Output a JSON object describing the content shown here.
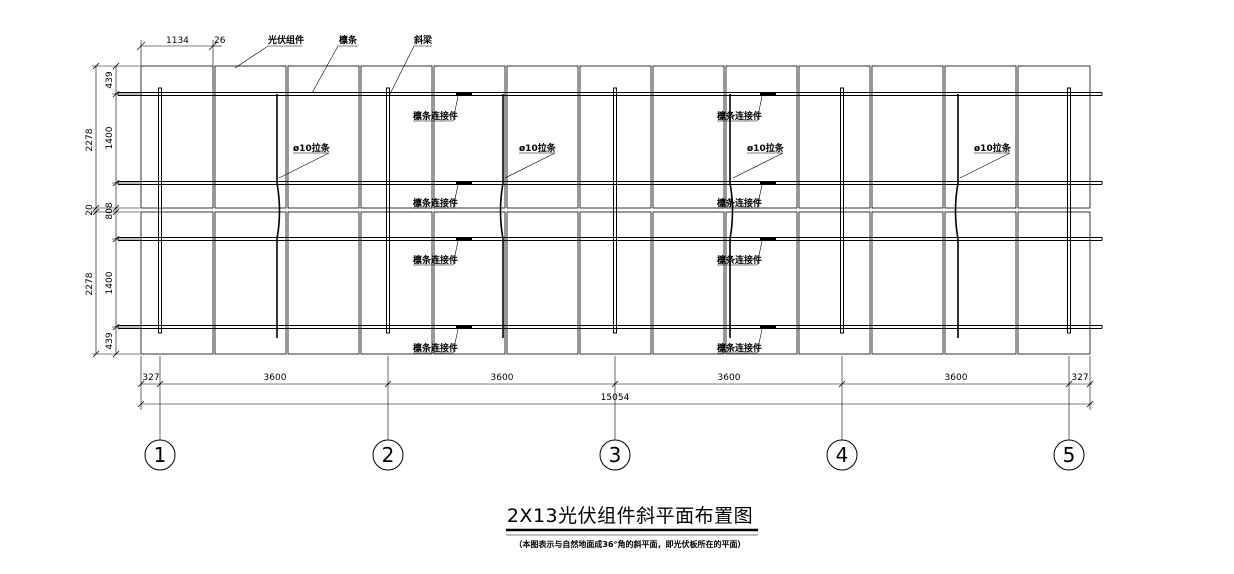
{
  "drawing": {
    "title": "2X13光伏组件斜平面布置图",
    "subtitle": "（本图表示与自然地面成36°角的斜平面，即光伏板所在的平面）",
    "labels": {
      "pv_module": "光伏组件",
      "purlin": "檩条",
      "slant_beam": "斜梁",
      "tie_rod": "ø10拉条",
      "purlin_connector": "檩条连接件"
    },
    "top_dims": {
      "module_width": "1134",
      "module_gap": "26"
    },
    "left_dims": {
      "outer": [
        "2278",
        "20",
        "2278"
      ],
      "inner": [
        "439",
        "1400",
        "808",
        "1400",
        "439"
      ]
    },
    "bottom_dims": {
      "spans": [
        "327",
        "3600",
        "3600",
        "3600",
        "3600",
        "327"
      ],
      "total": "15054"
    },
    "axes": [
      "1",
      "2",
      "3",
      "4",
      "5"
    ]
  }
}
